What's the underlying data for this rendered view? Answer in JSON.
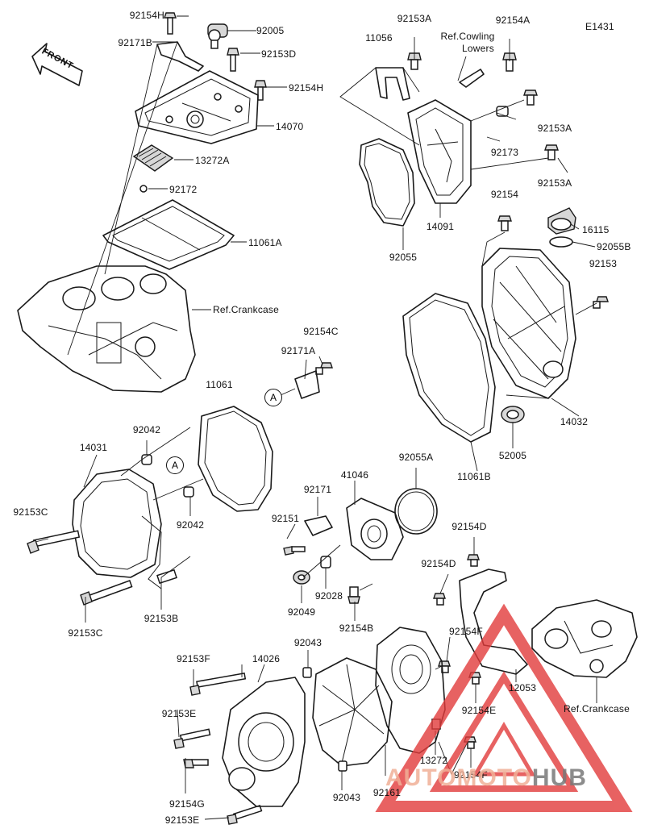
{
  "diagram": {
    "code": "E1431",
    "front_label": "FRONT",
    "marker_letter": "A",
    "parts": [
      {
        "id": "p1",
        "text": "92154H"
      },
      {
        "id": "p2",
        "text": "92005"
      },
      {
        "id": "p3",
        "text": "92171B"
      },
      {
        "id": "p4",
        "text": "92153D"
      },
      {
        "id": "p5",
        "text": "92154H"
      },
      {
        "id": "p6",
        "text": "14070"
      },
      {
        "id": "p7",
        "text": "13272A"
      },
      {
        "id": "p8",
        "text": "92172"
      },
      {
        "id": "p9",
        "text": "11061A"
      },
      {
        "id": "p10",
        "text": "Ref.Crankcase"
      },
      {
        "id": "p11",
        "text": "11056"
      },
      {
        "id": "p12",
        "text": "92153A"
      },
      {
        "id": "p13",
        "text": "Ref.Cowling"
      },
      {
        "id": "p14",
        "text": "Lowers"
      },
      {
        "id": "p15",
        "text": "92154A"
      },
      {
        "id": "p16",
        "text": "92153A"
      },
      {
        "id": "p17",
        "text": "92173"
      },
      {
        "id": "p18",
        "text": "92153A"
      },
      {
        "id": "p19",
        "text": "14091"
      },
      {
        "id": "p20",
        "text": "92055"
      },
      {
        "id": "p21",
        "text": "92154"
      },
      {
        "id": "p22",
        "text": "16115"
      },
      {
        "id": "p23",
        "text": "92055B"
      },
      {
        "id": "p24",
        "text": "92153"
      },
      {
        "id": "p25",
        "text": "14032"
      },
      {
        "id": "p26",
        "text": "52005"
      },
      {
        "id": "p27",
        "text": "11061B"
      },
      {
        "id": "p28",
        "text": "92154C"
      },
      {
        "id": "p29",
        "text": "92171A"
      },
      {
        "id": "p30",
        "text": "11061"
      },
      {
        "id": "p31",
        "text": "92042"
      },
      {
        "id": "p32",
        "text": "14031"
      },
      {
        "id": "p33",
        "text": "92153C"
      },
      {
        "id": "p34",
        "text": "92042"
      },
      {
        "id": "p35",
        "text": "92153C"
      },
      {
        "id": "p36",
        "text": "92153B"
      },
      {
        "id": "p37",
        "text": "92055A"
      },
      {
        "id": "p38",
        "text": "41046"
      },
      {
        "id": "p39",
        "text": "92171"
      },
      {
        "id": "p40",
        "text": "92151"
      },
      {
        "id": "p41",
        "text": "92049"
      },
      {
        "id": "p42",
        "text": "92028"
      },
      {
        "id": "p43",
        "text": "92154B"
      },
      {
        "id": "p44",
        "text": "92154D"
      },
      {
        "id": "p45",
        "text": "92154D"
      },
      {
        "id": "p46",
        "text": "92154F"
      },
      {
        "id": "p47",
        "text": "12053"
      },
      {
        "id": "p48",
        "text": "Ref.Crankcase"
      },
      {
        "id": "p49",
        "text": "92154E"
      },
      {
        "id": "p50",
        "text": "92154F"
      },
      {
        "id": "p51",
        "text": "13272"
      },
      {
        "id": "p52",
        "text": "92161"
      },
      {
        "id": "p53",
        "text": "92043"
      },
      {
        "id": "p54",
        "text": "92043"
      },
      {
        "id": "p55",
        "text": "92153F"
      },
      {
        "id": "p56",
        "text": "14026"
      },
      {
        "id": "p57",
        "text": "92153E"
      },
      {
        "id": "p58",
        "text": "92154G"
      },
      {
        "id": "p59",
        "text": "92153E"
      }
    ]
  },
  "watermark": {
    "part1": "AUTOMOTO",
    "part2": "HUB",
    "triangle_color": "#e23b3b"
  }
}
